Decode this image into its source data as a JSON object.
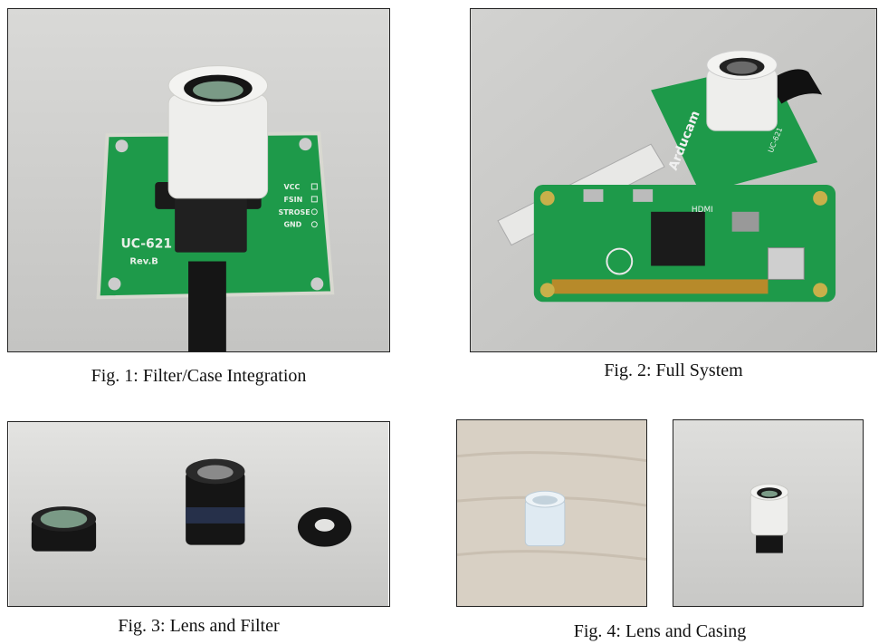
{
  "figures": [
    {
      "caption": "Fig. 1: Filter/Case Integration",
      "board_text": {
        "model": "UC-621",
        "rev": "Rev.B"
      },
      "pin_labels": [
        "VCC",
        "FSIN",
        "STROSE",
        "GND"
      ]
    },
    {
      "caption": "Fig. 2: Full System",
      "board_text": {
        "brand": "Arducam",
        "model": "UC-621",
        "hdmi": "HDMI"
      }
    },
    {
      "caption": "Fig. 3: Lens and Filter"
    },
    {
      "caption": "Fig. 4: Lens and Casing"
    }
  ],
  "colors": {
    "pcb_green": "#1e9a4a",
    "casing_white": "#eeeeec",
    "lens_black": "#151515",
    "filter_green": "#7a9a86",
    "table_gray": "#cfcfcd",
    "wood": "#d8d0c4"
  }
}
